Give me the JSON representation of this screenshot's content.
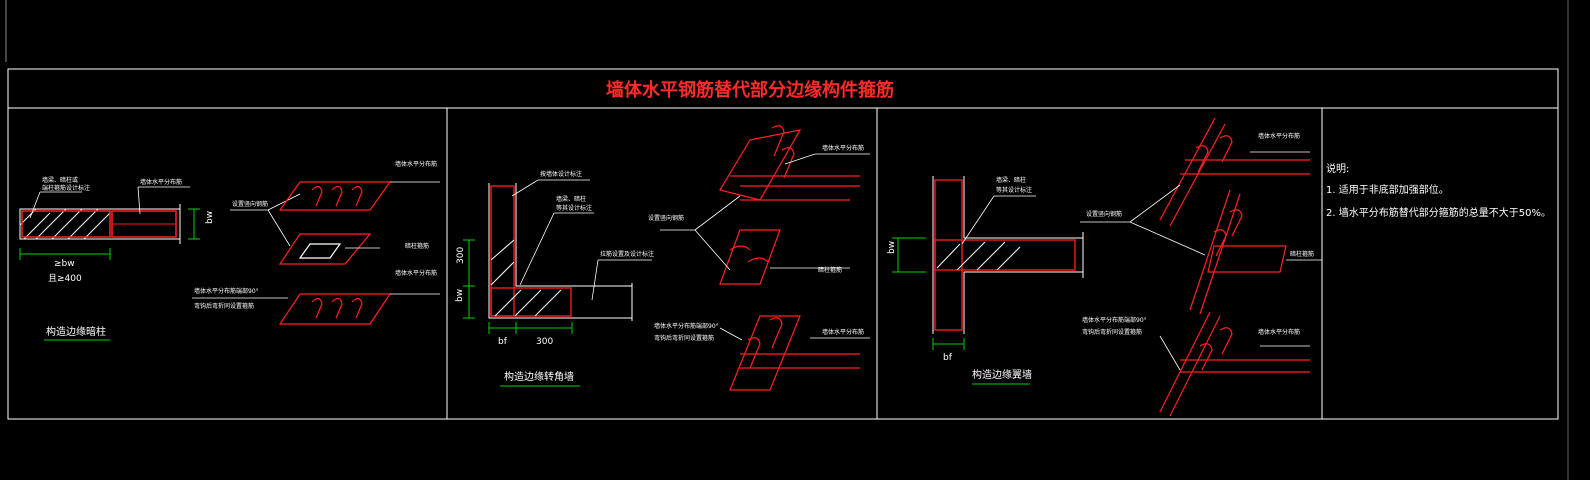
{
  "colors": {
    "background": "#000000",
    "frame": "#ffffff",
    "rebar": "#ff2020",
    "hatch": "#ffffff",
    "dimension": "#00d000",
    "title": "#ff2a2a",
    "text": "#ffffff"
  },
  "title": "墙体水平钢筋替代部分边缘构件箍筋",
  "panel1": {
    "caption": "构造边缘暗柱",
    "label_top_left_1": "墙梁、暗柱或",
    "label_top_left_2": "端柱箍筋设计标注",
    "label_wall_horiz": "墙体水平分布筋",
    "label_anchor_1": "墙体水平分布筋端部90°",
    "label_anchor_2": "弯钩后弯折同设置箍筋",
    "label_vert_hook": "设置竖向钢筋",
    "label_tie": "暗柱箍筋",
    "label_right_top": "墙体水平分布筋",
    "label_right_bottom": "墙体水平分布筋",
    "dim_bw": "bw",
    "dim_len": "≥bw",
    "dim_len2": "且≥400"
  },
  "panel2": {
    "caption": "构造边缘转角墙",
    "label_top": "按墙体设计标注",
    "label_mid_1": "墙梁、暗柱",
    "label_mid_2": "等其设计标注",
    "label_right": "拉筋设置及设计标注",
    "label_far_1": "墙体水平分布筋",
    "label_far_2": "设置竖向钢筋",
    "label_far_3": "暗柱箍筋",
    "label_far_4": "墙体水平分布筋端部90°",
    "label_far_5": "弯钩后弯折同设置箍筋",
    "label_far_6": "墙体水平分布筋",
    "dim_300_v": "300",
    "dim_bw": "bw",
    "dim_bf": "bf",
    "dim_300_h": "300"
  },
  "panel3": {
    "caption": "构造边缘翼墙",
    "label_1": "墙梁、暗柱",
    "label_2": "等其设计标注",
    "label_3": "设置竖向钢筋",
    "label_4": "墙体水平分布筋",
    "label_5": "暗柱箍筋",
    "label_6": "墙体水平分布筋端部90°",
    "label_7": "弯钩后弯折同设置箍筋",
    "label_8": "墙体水平分布筋",
    "dim_bw": "bw",
    "dim_bf": "bf"
  },
  "notes": {
    "heading": "说明:",
    "item1": "1. 适用于非底部加强部位。",
    "item2": "2. 墙水平分布筋替代部分箍筋的总量不大于50%。"
  }
}
